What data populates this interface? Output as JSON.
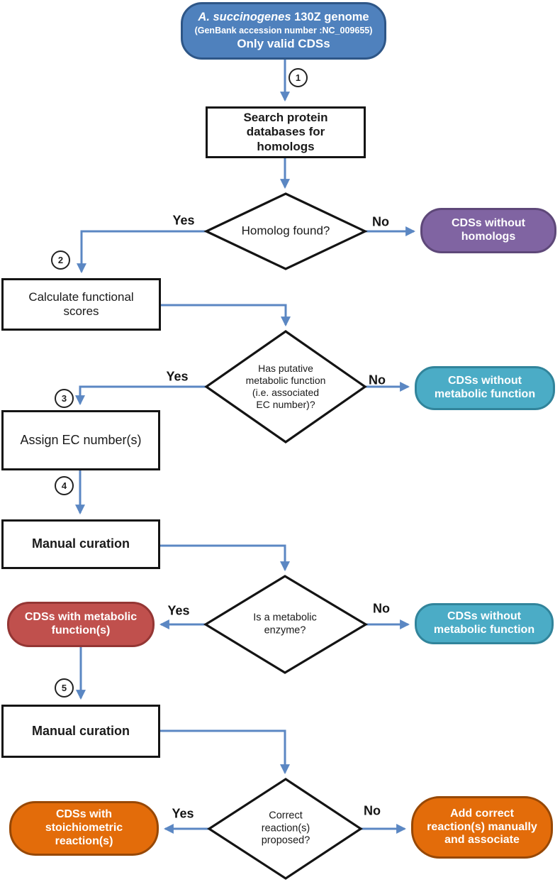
{
  "figure": {
    "type": "flowchart",
    "description": "Genome annotation pipeline flowchart for A. succinogenes 130Z"
  },
  "colors": {
    "arrow_blue": "#5b87c3",
    "shape_outline": "#141414",
    "start_fill": "#4f81bd",
    "start_border": "#2e5687",
    "purple_fill": "#8064a2",
    "purple_border": "#5e4879",
    "teal_fill": "#4bacc6",
    "teal_border": "#31849b",
    "red_fill": "#c0504d",
    "red_border": "#943634",
    "orange_fill": "#e36c0a",
    "orange_border": "#974806"
  },
  "start": {
    "species": "A. succinogenes",
    "line1_rest": " 130Z genome",
    "line2": "(GenBank accession number :NC_009655)",
    "line3": "Only valid CDSs"
  },
  "steps": {
    "search": "Search protein databases for homologs",
    "calculate": "Calculate functional scores",
    "assign": "Assign EC number(s)",
    "manual1": "Manual curation",
    "manual2": "Manual curation"
  },
  "decisions": {
    "d1": "Homolog found?",
    "d2": "Has putative metabolic function (i.e. associated EC number)?",
    "d3": "Is a metabolic enzyme?",
    "d4": "Correct reaction(s) proposed?"
  },
  "terminals": {
    "no_homologs": "CDSs without homologs",
    "no_metabolic_1": "CDSs without metabolic function",
    "with_metabolic": "CDSs with metabolic function(s)",
    "no_metabolic_2": "CDSs without metabolic function",
    "stoichiometric": "CDSs with stoichiometric reaction(s)",
    "add_correct": "Add correct reaction(s) manually and associate"
  },
  "branch_labels": {
    "yes": "Yes",
    "no": "No"
  },
  "step_numbers": {
    "n1": "1",
    "n2": "2",
    "n3": "3",
    "n4": "4",
    "n5": "5"
  }
}
